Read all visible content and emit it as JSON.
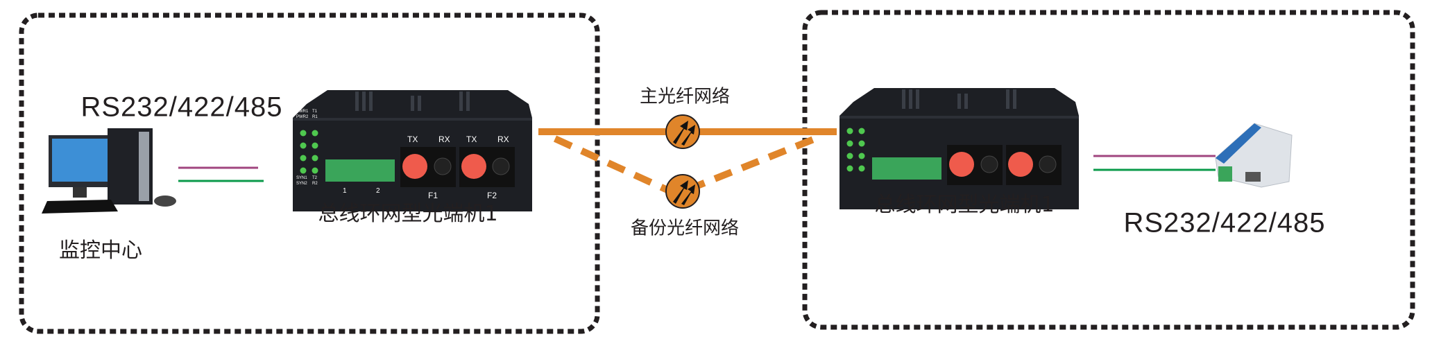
{
  "colors": {
    "fiber": "#e0852a",
    "purple": "#a0457f",
    "green": "#0a9a4a",
    "device": "#1d1f24",
    "led": "#4fc84f",
    "connector": "#ef5b4c"
  },
  "left_site": {
    "interface_label": "RS232/422/485",
    "computer_label": "监控中心",
    "device_label": "总线环网型光端机1"
  },
  "right_site": {
    "interface_label": "RS232/422/485",
    "device_label": "总线环网型光端机1"
  },
  "links": {
    "primary_label": "主光纤网络",
    "backup_label": "备份光纤网络"
  },
  "device_panel": {
    "led_labels": [
      "PWR1",
      "PWR2",
      "T1",
      "R1",
      "SYN1",
      "SYN2",
      "T2",
      "R2"
    ],
    "port_labels": [
      "TX",
      "RX",
      "TX",
      "RX"
    ],
    "fiber_labels": [
      "F1",
      "F2"
    ],
    "terminal_groups": [
      "1",
      "2"
    ]
  }
}
